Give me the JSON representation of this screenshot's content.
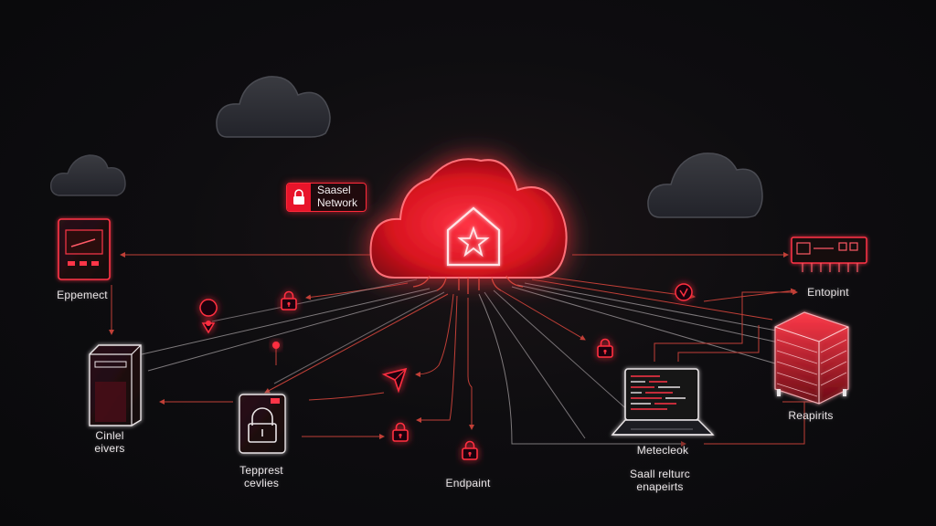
{
  "nodes": {
    "top_left": {
      "label": "Eppemect"
    },
    "left_mid": {
      "label_lines": [
        "Cinlel",
        "eivers"
      ]
    },
    "bottom_left": {
      "label_lines": [
        "Tepprest",
        "cevlies"
      ]
    },
    "bottom_center": {
      "label": "Endpaint"
    },
    "laptop": {
      "label": "Metecleok"
    },
    "bottom_right": {
      "label_lines": [
        "Saall relturc",
        "enapeirts"
      ]
    },
    "right_mid": {
      "label": "Reapirits"
    },
    "top_right": {
      "label": "Entopint"
    }
  },
  "network_badge": {
    "label_lines": [
      "Saasel",
      "Network"
    ]
  },
  "colors": {
    "accent": "#ff2235",
    "line": "#e0483e",
    "background": "#0b0b0d",
    "label": "#e9e4e6"
  }
}
